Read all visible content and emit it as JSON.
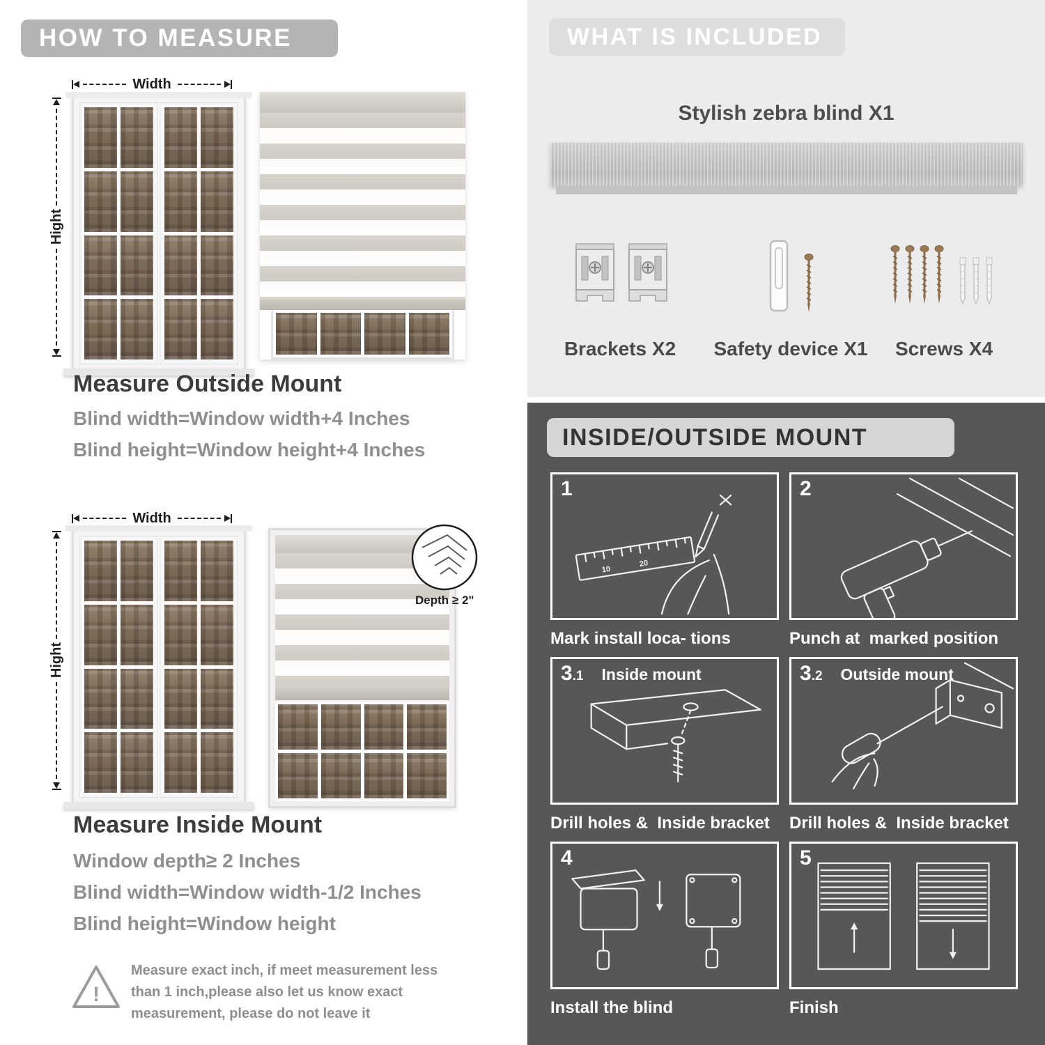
{
  "colors": {
    "header_pill": "#b4b4b4",
    "light_panel": "#ececec",
    "dark_panel": "#575757",
    "heading_text": "#3c3c3c",
    "body_text": "#8f8f8f",
    "stripe_gray": "#d8d4cd"
  },
  "left": {
    "header": "HOW TO MEASURE",
    "outside": {
      "width_label": "Width",
      "height_label": "Hight",
      "heading": "Measure Outside Mount",
      "lines": [
        "Blind width=Window width+4 Inches",
        "Blind height=Window height+4 Inches"
      ]
    },
    "inside": {
      "width_label": "Width",
      "height_label": "Hight",
      "depth_label": "Depth ≥ 2\"",
      "heading": "Measure Inside Mount",
      "lines": [
        "Window depth≥ 2 Inches",
        "Blind width=Window width-1/2 Inches",
        "Blind height=Window height"
      ]
    },
    "warning": {
      "icon": "!",
      "note": "Measure exact inch, if meet measurement less than 1 inch,please also let us know exact measurement, please do not leave it"
    }
  },
  "right": {
    "included": {
      "header": "WHAT IS INCLUDED",
      "product_label": "Stylish zebra blind X1",
      "item_labels": [
        "Brackets X2",
        "Safety device X1",
        "Screws X4"
      ]
    },
    "mount": {
      "header": "INSIDE/OUTSIDE MOUNT",
      "steps": [
        {
          "num": "1",
          "sub": "",
          "inner_label": "",
          "caption": "Mark install loca- tions"
        },
        {
          "num": "2",
          "sub": "",
          "inner_label": "",
          "caption": "Punch at  marked position"
        },
        {
          "num": "3",
          "sub": ".1",
          "inner_label": "Inside mount",
          "caption": "Drill holes &  Inside bracket"
        },
        {
          "num": "3",
          "sub": ".2",
          "inner_label": "Outside mount",
          "caption": "Drill holes &  Inside bracket"
        },
        {
          "num": "4",
          "sub": "",
          "inner_label": "",
          "caption": "Install the blind"
        },
        {
          "num": "5",
          "sub": "",
          "inner_label": "",
          "caption": "Finish"
        }
      ]
    }
  }
}
